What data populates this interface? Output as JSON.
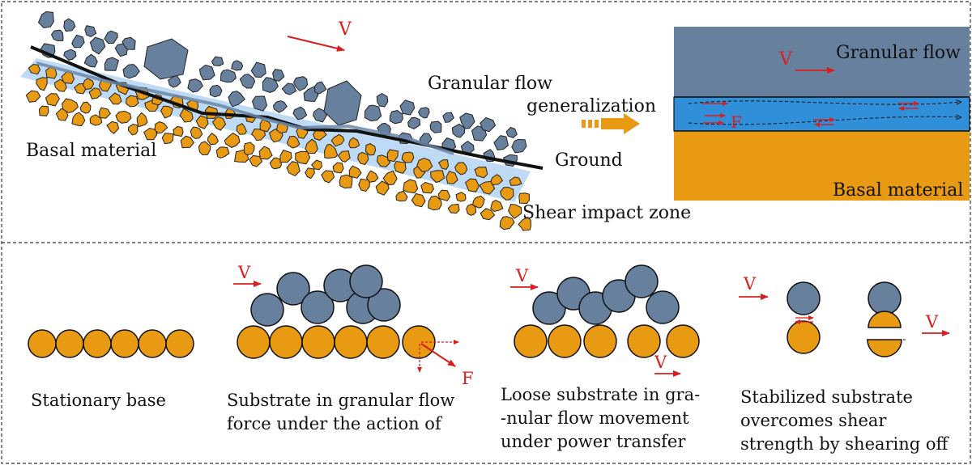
{
  "colors": {
    "granular": "#66809e",
    "basal": "#e89a12",
    "shear_zone": "#a9cdf0",
    "shear_layer": "#2f8fd8",
    "arrow": "#d81e1e",
    "ground_line": "#111111"
  },
  "top_left": {
    "velocity": "V",
    "granular_flow": "Granular flow",
    "basal_material": "Basal material",
    "ground": "Ground",
    "shear_impact_zone": "Shear impact zone"
  },
  "generalization": "generalization",
  "top_right": {
    "velocity": "V",
    "granular_flow": "Granular flow",
    "force": "F",
    "basal_material": "Basal material"
  },
  "panels": [
    {
      "caption_lines": [
        "Stationary base"
      ]
    },
    {
      "velocity": "V",
      "force": "F",
      "caption_lines": [
        "Substrate in granular flow",
        "force under the action of"
      ]
    },
    {
      "velocity_top": "V",
      "velocity_bottom": "V",
      "caption_lines": [
        "Loose substrate in gra-",
        "-nular flow movement",
        "under power transfer"
      ]
    },
    {
      "velocity_left": "V",
      "velocity_right": "V",
      "caption_lines": [
        "Stabilized substrate",
        "overcomes shear",
        "strength by shearing off"
      ]
    }
  ]
}
